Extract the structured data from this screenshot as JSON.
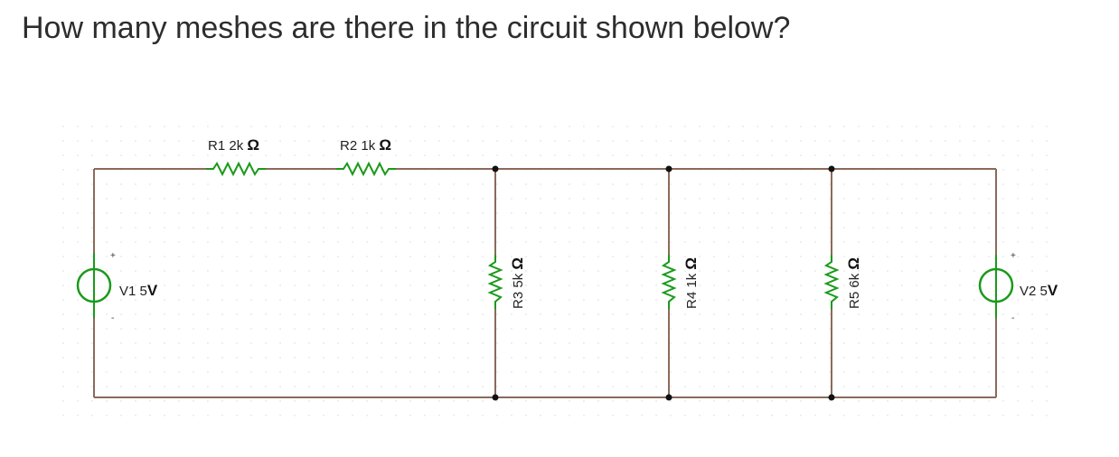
{
  "question": "How many meshes are there in the circuit shown below?",
  "components": {
    "r1": {
      "name": "R1",
      "value": "2k",
      "unit": "Ω"
    },
    "r2": {
      "name": "R2",
      "value": "1k",
      "unit": "Ω"
    },
    "r3": {
      "name": "R3",
      "value": "5k",
      "unit": "Ω"
    },
    "r4": {
      "name": "R4",
      "value": "1k",
      "unit": "Ω"
    },
    "r5": {
      "name": "R5",
      "value": "6k",
      "unit": "Ω"
    },
    "v1": {
      "name": "V1",
      "value": "5",
      "unit": "V",
      "plus": "+",
      "minus": "-"
    },
    "v2": {
      "name": "V2",
      "value": "5",
      "unit": "V",
      "plus": "+",
      "minus": "-"
    }
  },
  "colors": {
    "wire": "#8b6a5a",
    "component": "#1a9a1a",
    "node": "#111111",
    "grid_dot": "#e3e3e3"
  }
}
